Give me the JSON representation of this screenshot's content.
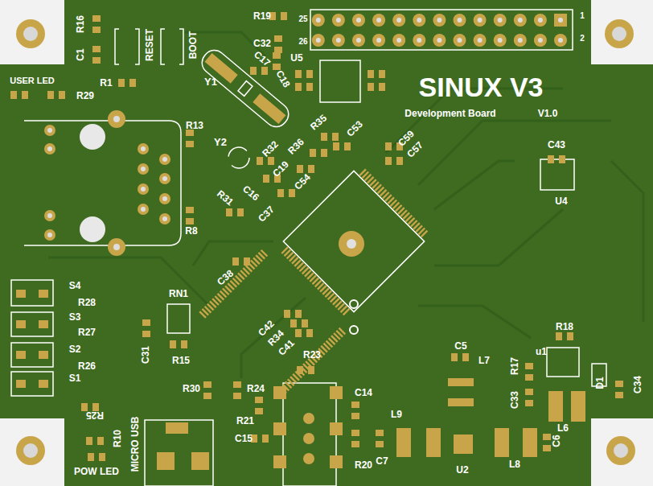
{
  "diagram": {
    "title": "SINUX V3",
    "labels": [
      "R16",
      "C1",
      "RESET",
      "BOOT",
      "R19",
      "25",
      "26",
      "1",
      "2",
      "C32",
      "U5",
      "C17",
      "C18",
      "Y1",
      "USER LED",
      "R29",
      "R1",
      "Development Board",
      "V1.0",
      "R13",
      "R35",
      "C53",
      "C59",
      "C57",
      "Y2",
      "R32",
      "R36",
      "C43",
      "C19",
      "C16",
      "C54",
      "R31",
      "C37",
      "U4",
      "R8",
      "C38",
      "S4",
      "R28",
      "S3",
      "R27",
      "S2",
      "R26",
      "S1",
      "RN1",
      "C31",
      "R15",
      "C42",
      "R34",
      "C41",
      "R23",
      "C5",
      "L7",
      "R18",
      "u1",
      "R17",
      "D1",
      "C34",
      "C33",
      "L6",
      "C6",
      "L8",
      "R30",
      "R24",
      "R21",
      "C15",
      "C14",
      "L9",
      "C7",
      "R20",
      "U2",
      "R25",
      "R10",
      "MICRO USB",
      "POW LED"
    ]
  }
}
